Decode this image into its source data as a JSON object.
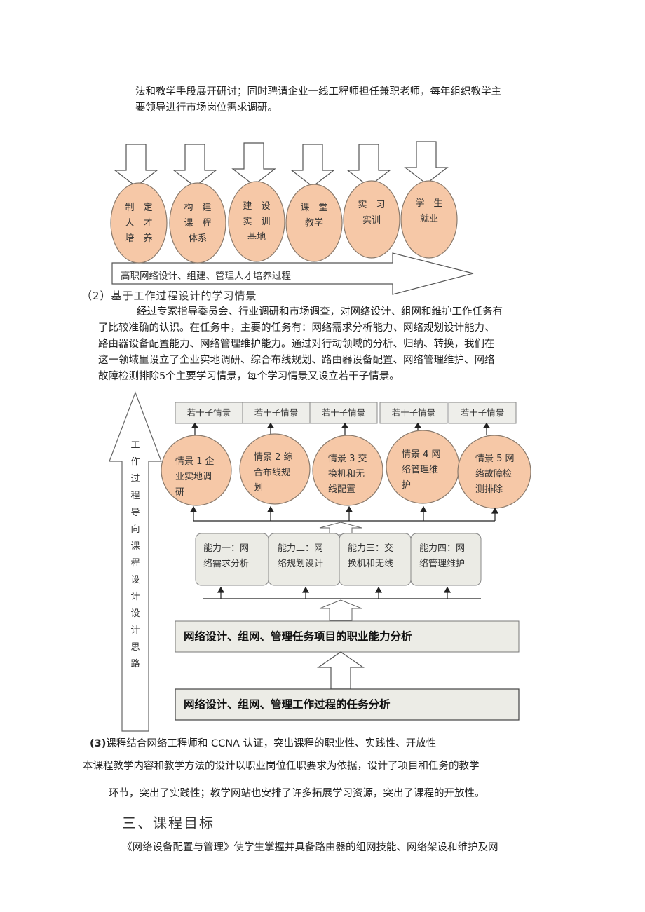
{
  "intro_paragraph": [
    "法和教学手段展开研讨；同时聘请企业一线工程师担任兼职老师，每年组织教学主",
    "要领导进行市场岗位需求调研。"
  ],
  "process_diagram": {
    "stages": [
      "制　定\n人　才\n培　养",
      "构　建\n课　程\n体系",
      "建　设\n实　训\n基地",
      "课　堂\n教学",
      "实　习\n实训",
      "学　生\n就业"
    ],
    "arrow_caption": "高职网络设计、组建、管理人才培养过程",
    "fill_color": "#f6c8a7"
  },
  "section2": {
    "heading": "（2）基于工作过程设计的学习情景",
    "body": [
      "经过专家指导委员会、行业调研和市场调查，对网络设计、组网和维护工作任务有",
      "了比较准确的认识。在任务中，主要的任务有：网络需求分析能力、网络规划设计能力、",
      "路由器设备配置能力、网络管理维护能力。通过对行动领域的分析、归纳、转换，我们在",
      "这一领域里设立了企业实地调研、综合布线规划、路由器设备配置、网络管理维护、网络",
      "故障检测排除5个主要学习情景，每个学习情景又设立若干子情景。"
    ]
  },
  "design_diagram": {
    "vertical_label": "工作过程导向课程设计设计思路",
    "sub_scenarios": [
      "若干子情景",
      "若干子情景",
      "若干子情景",
      "若干子情景",
      "若干子情景"
    ],
    "scenarios": [
      "情景 1 企\n业实地调\n研",
      "情景 2 综\n合布线规\n划",
      "情景 3 交\n换机和无\n线配置",
      "情景 4 网\n络管理维\n护",
      "情景 5 网\n络故障检\n测排除"
    ],
    "abilities": [
      "能力一：网\n络需求分析",
      "能力二：网\n络规划设计",
      "能力三：交\n换机和无线",
      "能力四：网\n络管理维护"
    ],
    "ability_analysis": "网络设计、组网、管理任务项目的职业能力分析",
    "task_analysis": "网络设计、组网、管理工作过程的任务分析"
  },
  "section3": {
    "heading_num": "(3)",
    "heading_text": "课程结合网络工程师和 CCNA 认证，突出课程的职业性、实践性、开放性",
    "line1": "本课程教学内容和教学方法的设计以职业岗位任职要求为依据，设计了项目和任务的教学",
    "line2": "环节，突出了实践性；教学网站也安排了许多拓展学习资源，突出了课程的开放性。"
  },
  "chapter": {
    "title": "三、课程目标",
    "first_line": "《网络设备配置与管理》使学生掌握并具备路由器的组网技能、网络架设和维护及网"
  }
}
